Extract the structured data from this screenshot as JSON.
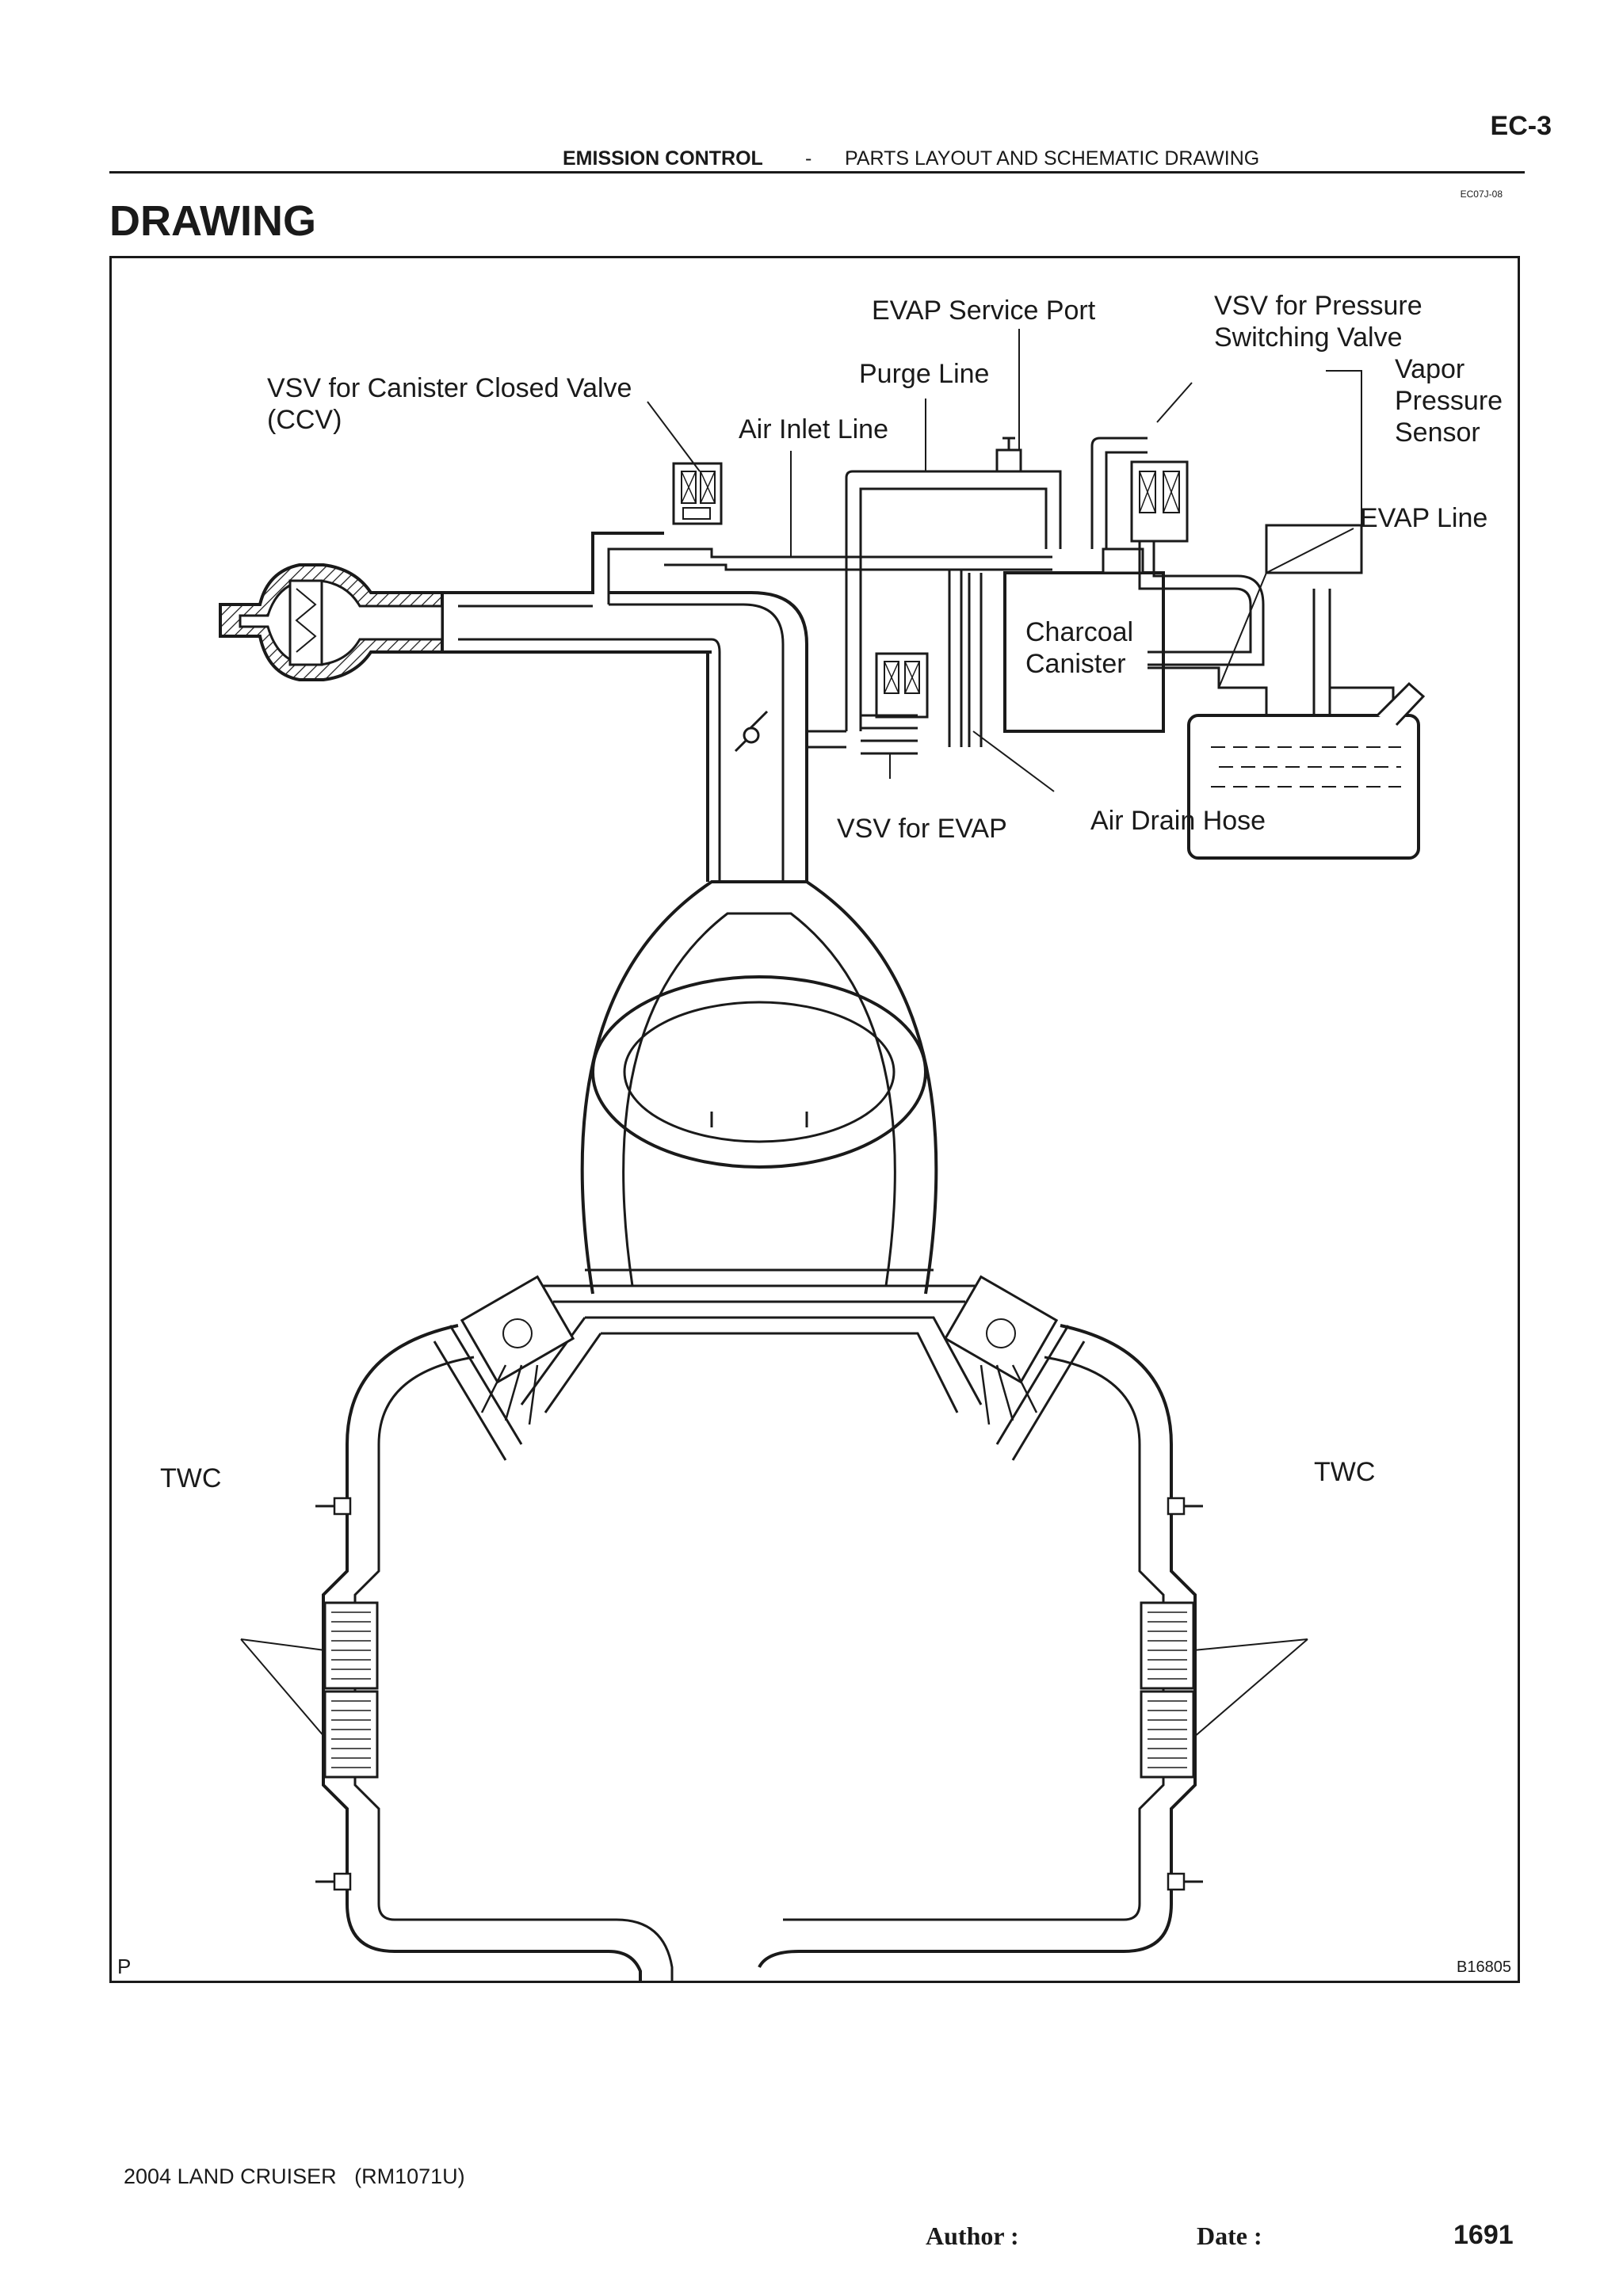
{
  "header": {
    "page_code": "EC-3",
    "section": "EMISSION CONTROL",
    "separator": "-",
    "subtitle": "PARTS LAYOUT AND SCHEMATIC DRAWING",
    "ref_code": "EC07J-08"
  },
  "title": "DRAWING",
  "diagram": {
    "labels": {
      "evap_service_port": "EVAP Service Port",
      "vsv_pressure_line1": "VSV for Pressure",
      "vsv_pressure_line2": "Switching Valve",
      "vapor_line1": "Vapor",
      "vapor_line2": "Pressure",
      "vapor_line3": "Sensor",
      "purge_line": "Purge Line",
      "vsv_ccv_line1": "VSV for Canister Closed Valve",
      "vsv_ccv_line2": "(CCV)",
      "air_inlet_line": "Air Inlet Line",
      "evap_line": "EVAP Line",
      "charcoal_line1": "Charcoal",
      "charcoal_line2": "Canister",
      "vsv_evap": "VSV for EVAP",
      "air_drain_hose": "Air Drain Hose",
      "twc_left": "TWC",
      "twc_right": "TWC",
      "corner_p": "P",
      "figure_code": "B16805"
    }
  },
  "footer": {
    "model": "2004 LAND CRUISER   (RM1071U)",
    "author_label": "Author :",
    "date_label": "Date :",
    "page_number": "1691"
  }
}
